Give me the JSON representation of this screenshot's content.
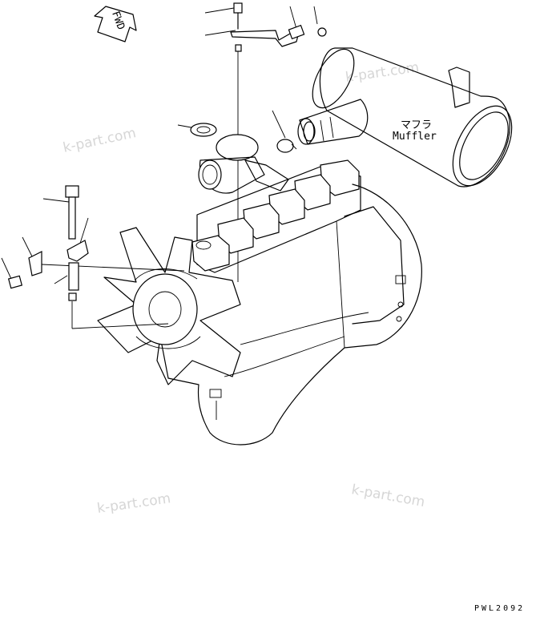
{
  "direction_label": "FWD",
  "muffler_label_jp": "マフラ",
  "muffler_label_en": "Muffler",
  "watermarks": [
    "k-part.com",
    "k-part.com",
    "k-part.com",
    "k-part.com"
  ],
  "drawing_code": "PWL2092"
}
